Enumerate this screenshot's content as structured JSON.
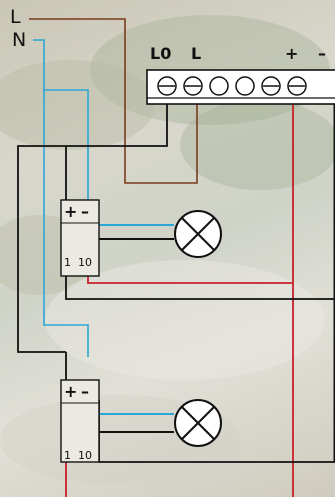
{
  "supply": {
    "phase": "L",
    "neutral": "N"
  },
  "terminal_block": {
    "labels": [
      "L0",
      "L",
      "+",
      "–"
    ],
    "terminals": [
      {
        "id": 1,
        "screw": "slotted"
      },
      {
        "id": 2,
        "screw": "slotted"
      },
      {
        "id": 3,
        "screw": "empty"
      },
      {
        "id": 4,
        "screw": "empty"
      },
      {
        "id": 5,
        "screw": "slotted"
      },
      {
        "id": 6,
        "screw": "slotted"
      }
    ]
  },
  "modules": [
    {
      "plus": "+",
      "minus": "–",
      "pin_a": "1",
      "pin_b": "10",
      "load": "lamp-icon"
    },
    {
      "plus": "+",
      "minus": "–",
      "pin_a": "1",
      "pin_b": "10",
      "load": "lamp-icon"
    }
  ],
  "colors": {
    "phase": "#7a3b1e",
    "neutral": "#2aa7d6",
    "plus_bus": "#c8202a",
    "dc": "#111111",
    "device_fill": "#ebe9e1"
  }
}
